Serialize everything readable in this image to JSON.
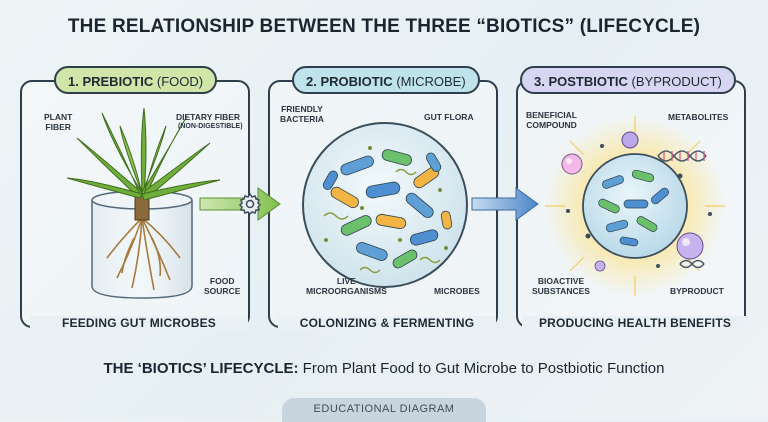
{
  "title": "THE RELATIONSHIP BETWEEN THE THREE “BIOTICS” (LIFECYCLE)",
  "panels": [
    {
      "heading": "1. PREBIOTIC",
      "sub": "(FOOD)",
      "labels": {
        "plant_fiber": "PLANT\nFIBER",
        "dietary_fiber": "DIETARY FIBER",
        "non_digestible": "(NON-DIGESTIBLE)",
        "food_source": "FOOD\nSOURCE"
      },
      "caption": "FEEDING GUT MICROBES"
    },
    {
      "heading": "2. PROBIOTIC",
      "sub": "(MICROBE)",
      "labels": {
        "friendly_bacteria": "FRIENDLY\nBACTERIA",
        "gut_flora": "GUT FLORA",
        "live_microorganisms": "LIVE\nMICROORGANISMS",
        "microbes": "MICROBES"
      },
      "caption": "COLONIZING & FERMENTING"
    },
    {
      "heading": "3. POSTBIOTIC",
      "sub": "(BYPRODUCT)",
      "labels": {
        "beneficial_compound": "BENEFICIAL\nCOMPOUND",
        "metabolites": "METABOLITES",
        "bioactive_substances": "BIOACTIVE\nSUBSTANCES",
        "byproduct": "BYPRODUCT"
      },
      "caption": "PRODUCING HEALTH BENEFITS"
    }
  ],
  "footer": {
    "bold": "THE ‘BIOTICS’ LIFECYCLE:",
    "rest": " From Plant Food to Gut Microbe to Postbiotic Function"
  },
  "badge": "EDUCATIONAL DIAGRAM",
  "colors": {
    "prebiotic_pill": "#cfe6a8",
    "probiotic_pill": "#bfe3ea",
    "postbiotic_pill": "#d6d6f2",
    "arrow_green": "#7fbf4d",
    "arrow_blue": "#4a86c8",
    "outline": "#2e3e4c"
  }
}
